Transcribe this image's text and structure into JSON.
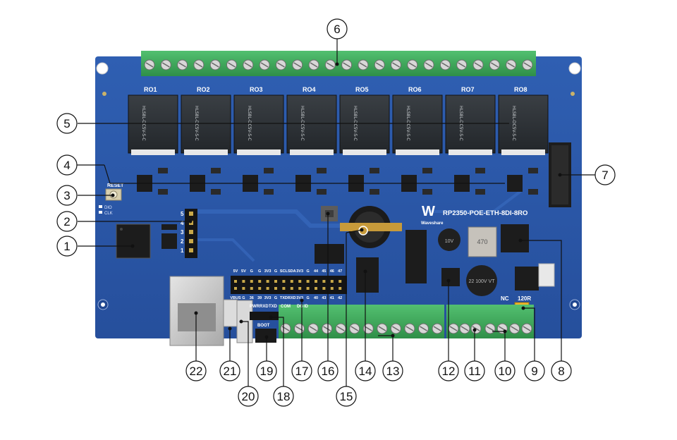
{
  "board": {
    "model": "RP2350-POE-ETH-8DI-8RO",
    "brand": "Waveshare",
    "relay_labels": [
      "RO1",
      "RO2",
      "RO3",
      "RO4",
      "RO5",
      "RO6",
      "RO7",
      "RO8"
    ],
    "relay_part": "HLS8L-DC5V-S-C",
    "button_label": "RESET",
    "side_labels": [
      "DIO",
      "CLK"
    ],
    "vert_pin_numbers": [
      "5",
      "4",
      "3",
      "2",
      "1"
    ],
    "header_top_labels": [
      "5V",
      "5V",
      "G",
      "G",
      "3V3",
      "G",
      "SCL",
      "SDA",
      "3V3",
      "G",
      "44",
      "45",
      "46",
      "47"
    ],
    "header_bottom_labels": [
      "VBUS",
      "G",
      "36",
      "39",
      "3V3",
      "G",
      "TXD",
      "RXD",
      "3V3",
      "G",
      "40",
      "43",
      "41",
      "42"
    ],
    "uart_labels": [
      "PWR",
      "RXD",
      "TXD"
    ],
    "boot_label": "BOOT",
    "terminal_labels": [
      "COM",
      "DG",
      "ID"
    ],
    "rs485_labels": [
      "NC",
      "120R"
    ],
    "inductor_label": "470",
    "cap1_label": "10V",
    "cap2_label": "22 100V VT"
  },
  "callouts": [
    "1",
    "2",
    "3",
    "4",
    "5",
    "6",
    "7",
    "8",
    "9",
    "10",
    "11",
    "12",
    "13",
    "14",
    "15",
    "16",
    "17",
    "18",
    "19",
    "20",
    "21",
    "22"
  ],
  "colors": {
    "pcb": "#2a56a6",
    "terminal": "#3daa5a",
    "relay": "#2b2f33",
    "silk": "#ffffff"
  }
}
